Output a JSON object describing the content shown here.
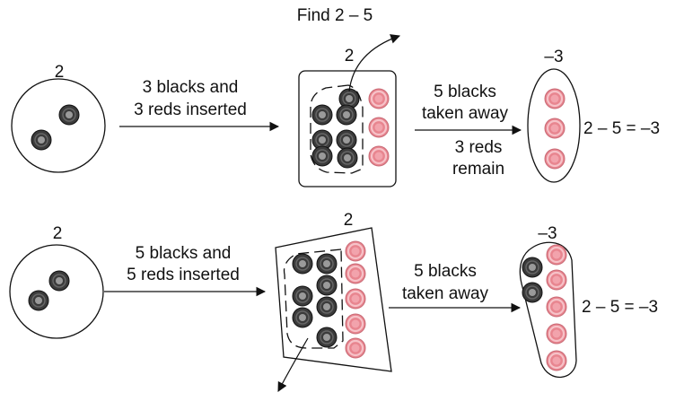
{
  "heading": "Find 2 – 5",
  "colors": {
    "black_counter": "#3b3b3b",
    "black_counter_ring": "#666666",
    "black_counter_center": "#9a9a9a",
    "red_counter": "#e8858f",
    "red_counter_ring": "#f6c2c8",
    "red_counter_center": "#f2a3ac",
    "stroke": "#111111"
  },
  "rows": [
    {
      "start_value": "2",
      "step1_text": [
        "3 blacks and",
        "3 reds inserted"
      ],
      "middle_value": "2",
      "step2_text": [
        "5 blacks",
        "taken away"
      ],
      "remain_text": [
        "3 reds",
        "remain"
      ],
      "result_value": "–3",
      "equation": "2 – 5 = –3",
      "start_counters": {
        "black": 2,
        "red": 0
      },
      "middle_counters": {
        "black": 7,
        "red": 3
      },
      "result_counters": {
        "black": 0,
        "red": 3
      }
    },
    {
      "start_value": "2",
      "step1_text": [
        "5 blacks and",
        "5 reds inserted"
      ],
      "middle_value": "2",
      "step2_text": [
        "5 blacks",
        "taken away"
      ],
      "result_value": "–3",
      "equation": "2 – 5 = –3",
      "start_counters": {
        "black": 2,
        "red": 0
      },
      "middle_counters": {
        "black": 7,
        "red": 5
      },
      "result_counters": {
        "black": 2,
        "red": 5
      }
    }
  ]
}
